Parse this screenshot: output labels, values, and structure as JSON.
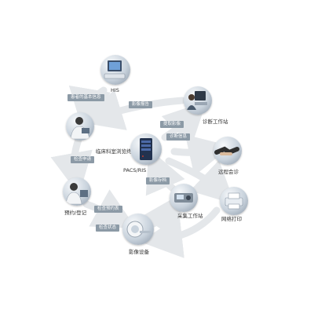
{
  "nodes": {
    "his": {
      "label": "HIS",
      "icon": "monitor-keyboard-icon"
    },
    "diagnosis_station": {
      "label": "诊断工作站",
      "icon": "workstation-icon"
    },
    "clinical_terminal": {
      "label": "临床科室浏览终端",
      "icon": "doctor-icon"
    },
    "pacs_ris": {
      "label": "PACS/RIS",
      "icon": "server-icon"
    },
    "remote_consultation": {
      "label": "远程会诊",
      "icon": "handshake-icon"
    },
    "appointment_registration": {
      "label": "预约/登记",
      "icon": "doctor-computer-icon"
    },
    "acquisition_station": {
      "label": "采集工作站",
      "icon": "acquisition-device-icon"
    },
    "network_printing": {
      "label": "网络打印",
      "icon": "printer-icon"
    },
    "imaging_equipment": {
      "label": "影像设备",
      "icon": "ct-scanner-icon"
    }
  },
  "tags": {
    "patient_info": "患者的基本信息",
    "imaging_report": "影像报告",
    "retrieve_images": "提取影像",
    "diagnosis_info": "诊断信息",
    "exam_request": "检查申请",
    "image_storage": "影像存档",
    "exam_appointment": "检查预约表",
    "exam_status": "检查状态"
  },
  "colors": {
    "tag_bg": "#8c9aa6",
    "arrow": "#e4e7ea"
  }
}
